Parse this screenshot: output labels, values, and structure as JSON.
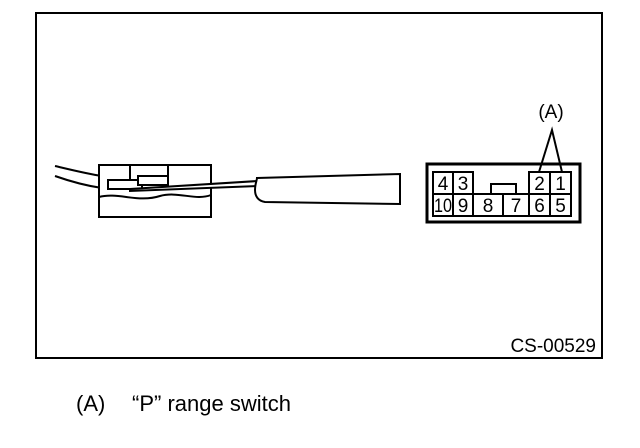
{
  "diagram": {
    "callout_label": "(A)",
    "figure_code": "CS-00529",
    "connector": {
      "top_row": [
        "4",
        "3",
        "",
        "",
        "2",
        "1"
      ],
      "bottom_row": [
        "10",
        "9",
        "8",
        "7",
        "6",
        "5"
      ],
      "callout_terminals": [
        "2",
        "1"
      ]
    }
  },
  "legend": {
    "ref": "(A)",
    "text": "“P” range switch"
  }
}
